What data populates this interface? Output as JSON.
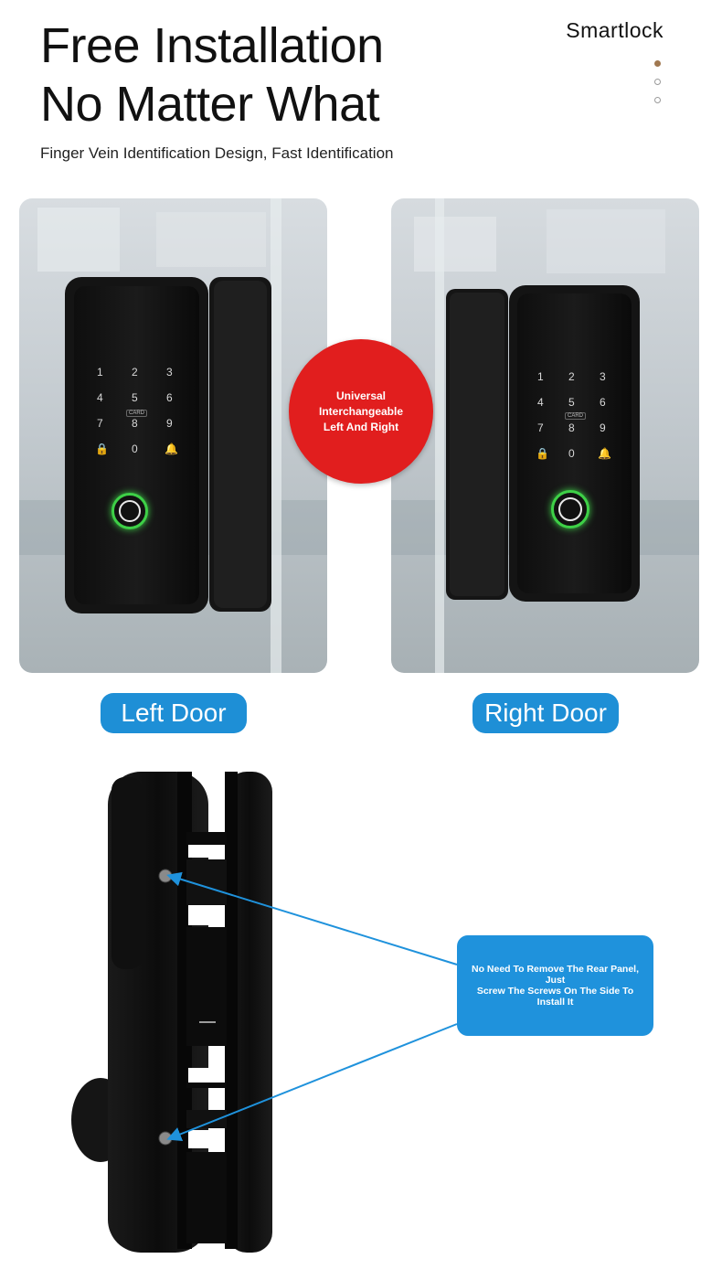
{
  "header": {
    "title_line1": "Free Installation",
    "title_line2": "No Matter What",
    "subtitle": "Finger Vein Identification Design, Fast Identification",
    "brand": "Smartlock"
  },
  "carousel": {
    "slide_count": 3,
    "active_index": 0
  },
  "keypad": {
    "keys": [
      "1",
      "2",
      "3",
      "4",
      "5",
      "6",
      "7",
      "8",
      "9",
      "0"
    ],
    "card_label": "CARD"
  },
  "badge": {
    "text": "Universal Interchangeable\nLeft And Right",
    "color": "#e11e1e"
  },
  "buttons": {
    "left_door": "Left Door",
    "right_door": "Right Door",
    "color": "#1e8fd6"
  },
  "callout": {
    "text": "No Need To Remove The Rear Panel, Just\nScrew The Screws On The Side To Install It",
    "color": "#1f92dc"
  }
}
